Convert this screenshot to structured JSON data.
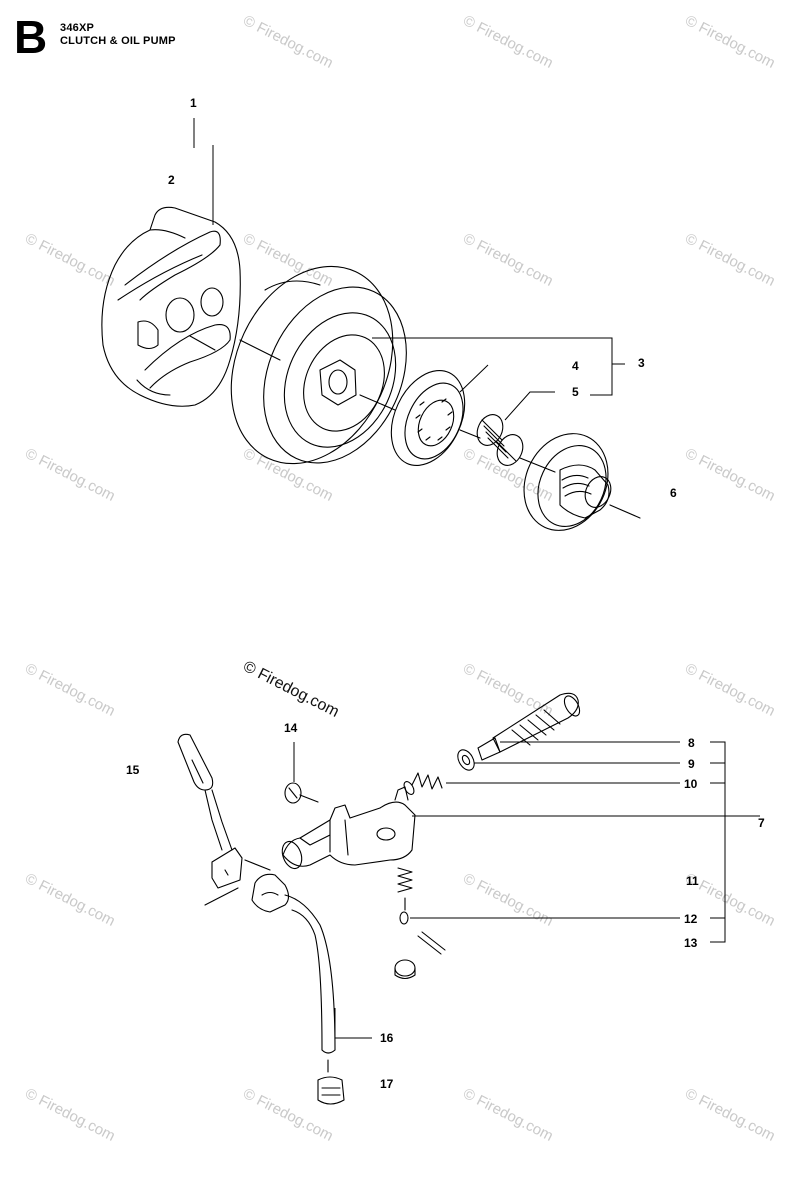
{
  "header": {
    "sheet_letter": "B",
    "model": "346XP",
    "section_title": "CLUTCH & OIL PUMP"
  },
  "watermark": {
    "text": "© Firedog.com",
    "color": "#c9c9c9"
  },
  "callouts": [
    "1",
    "2",
    "3",
    "4",
    "5",
    "6",
    "7",
    "8",
    "9",
    "10",
    "11",
    "12",
    "13",
    "14",
    "15",
    "16",
    "17"
  ]
}
